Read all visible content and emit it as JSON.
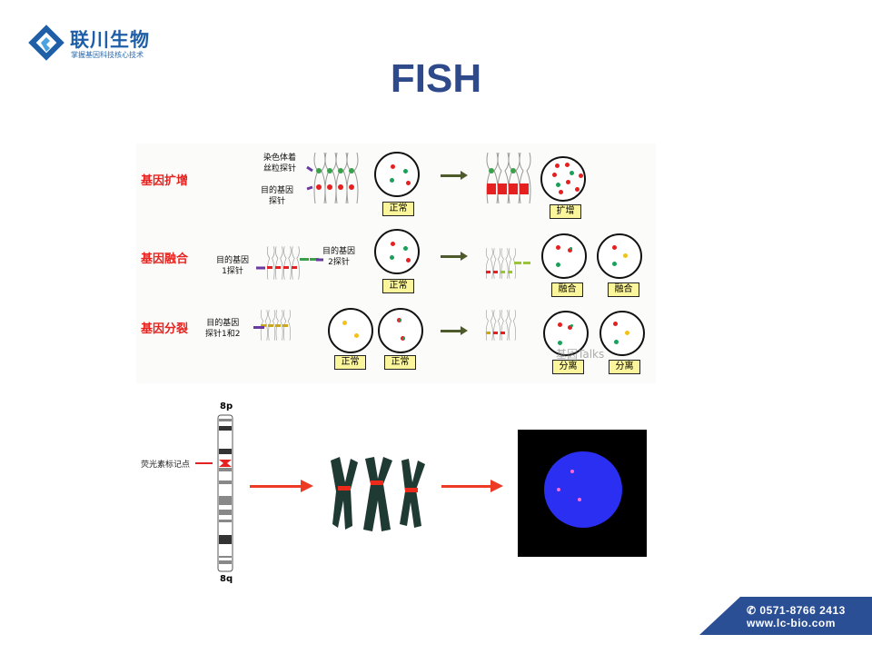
{
  "logo": {
    "name": "联川生物",
    "tagline": "掌握基因科技核心技术"
  },
  "title": "FISH",
  "rows": [
    {
      "label": "基因扩增",
      "notes": [
        "染色体着\n丝粒探针",
        "目的基因\n探针"
      ],
      "before": [
        "正常"
      ],
      "after": [
        "扩增"
      ]
    },
    {
      "label": "基因融合",
      "notes": [
        "目的基因\n1探针",
        "目的基因\n2探针"
      ],
      "before": [
        "正常"
      ],
      "after": [
        "融合",
        "融合"
      ]
    },
    {
      "label": "基因分裂",
      "notes": [
        "目的基因\n探针1和2"
      ],
      "before": [
        "正常",
        "正常"
      ],
      "after": [
        "分离",
        "分离"
      ]
    }
  ],
  "watermark": "基因Talks",
  "ideogram": {
    "top": "8p",
    "bottom": "8q",
    "marker_label": "荧光素标记点"
  },
  "footer": {
    "phone": "✆ 0571-8766 2413",
    "website": "www.lc-bio.com"
  },
  "colors": {
    "brand": "#2f4a8a",
    "accent_red": "#e8231f",
    "footer": "#2b4f95"
  }
}
